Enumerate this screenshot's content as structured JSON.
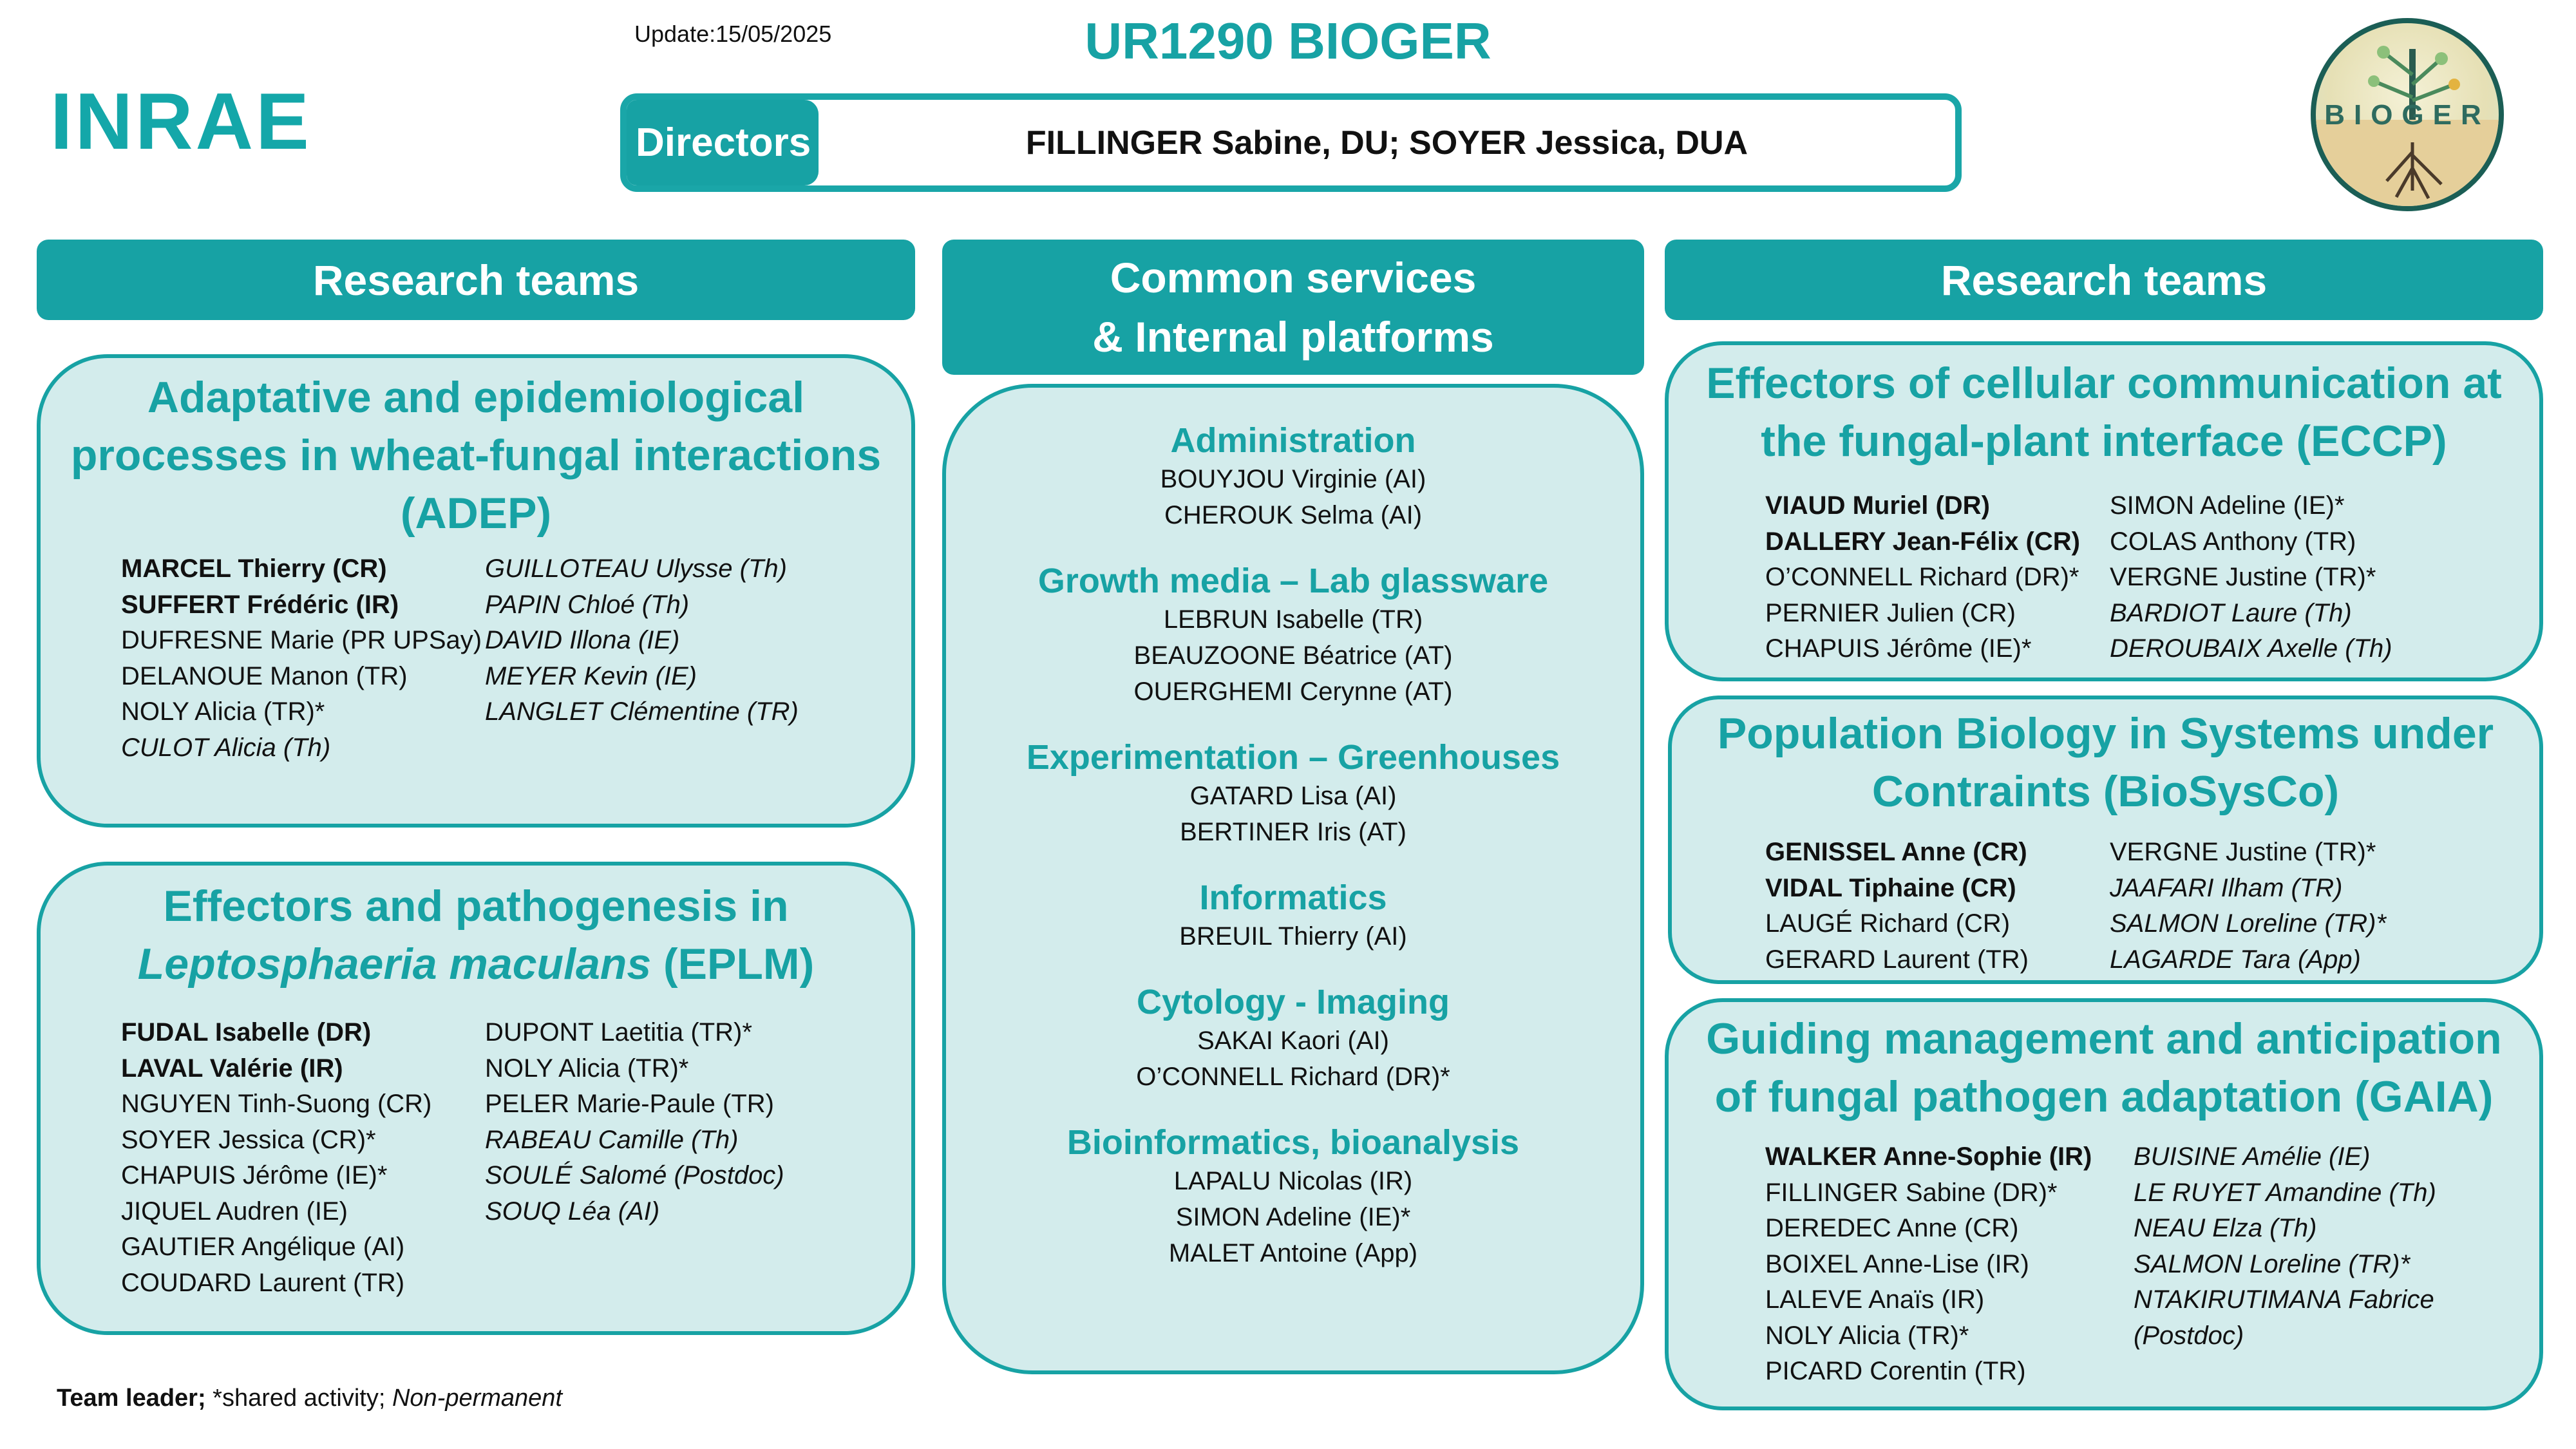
{
  "update": "Update:15/05/2025",
  "unit_title": "UR1290 BIOGER",
  "logo_text": "INRAE",
  "seal_text": "BIOGER",
  "directors": {
    "label": "Directors",
    "names": "FILLINGER Sabine, DU; SOYER Jessica, DUA"
  },
  "left_header": "Research teams",
  "right_header": "Research teams",
  "center_header": {
    "line1": "Common services",
    "line2": "& Internal platforms"
  },
  "adep": {
    "title_lines": [
      "Adaptative and epidemiological",
      "processes in wheat-fungal interactions",
      "(ADEP)"
    ],
    "col1": [
      {
        "text": "MARCEL Thierry (CR)",
        "style": "b"
      },
      {
        "text": "SUFFERT Frédéric (IR)",
        "style": "b"
      },
      {
        "text": "DUFRESNE Marie (PR UPSay)",
        "style": ""
      },
      {
        "text": "DELANOUE Manon (TR)",
        "style": ""
      },
      {
        "text": "NOLY Alicia (TR)*",
        "style": ""
      },
      {
        "text": "CULOT Alicia (Th)",
        "style": "i"
      }
    ],
    "col2": [
      {
        "text": "GUILLOTEAU Ulysse (Th)",
        "style": "i"
      },
      {
        "text": "PAPIN Chloé (Th)",
        "style": "i"
      },
      {
        "text": "DAVID Illona (IE)",
        "style": "i"
      },
      {
        "text": "MEYER Kevin (IE)",
        "style": "i"
      },
      {
        "text": "LANGLET Clémentine (TR)",
        "style": "i"
      }
    ]
  },
  "eplm": {
    "title_line1": "Effectors and pathogenesis in",
    "title_italic": "Leptosphaeria maculans",
    "title_rest": " (EPLM)",
    "col1": [
      {
        "text": "FUDAL Isabelle (DR)",
        "style": "b"
      },
      {
        "text": "LAVAL Valérie (IR)",
        "style": "b"
      },
      {
        "text": "NGUYEN Tinh-Suong (CR)",
        "style": ""
      },
      {
        "text": "SOYER Jessica (CR)*",
        "style": ""
      },
      {
        "text": "CHAPUIS Jérôme (IE)*",
        "style": ""
      },
      {
        "text": "JIQUEL Audren (IE)",
        "style": ""
      },
      {
        "text": "GAUTIER Angélique (AI)",
        "style": ""
      },
      {
        "text": "COUDARD Laurent (TR)",
        "style": ""
      }
    ],
    "col2": [
      {
        "text": "DUPONT Laetitia (TR)*",
        "style": ""
      },
      {
        "text": "NOLY Alicia (TR)*",
        "style": ""
      },
      {
        "text": "PELER Marie-Paule (TR)",
        "style": ""
      },
      {
        "text": "RABEAU Camille (Th)",
        "style": "i"
      },
      {
        "text": "SOULÉ Salomé (Postdoc)",
        "style": "i"
      },
      {
        "text": "SOUQ Léa (AI)",
        "style": "i"
      }
    ]
  },
  "services": [
    {
      "title": "Administration",
      "members": [
        "BOUYJOU Virginie (AI)",
        "CHEROUK Selma (AI)"
      ]
    },
    {
      "title": "Growth media – Lab glassware",
      "members": [
        "LEBRUN Isabelle (TR)",
        "BEAUZOONE Béatrice (AT)",
        "OUERGHEMI Cerynne (AT)"
      ]
    },
    {
      "title": "Experimentation – Greenhouses",
      "members": [
        "GATARD Lisa (AI)",
        "BERTINER Iris (AT)"
      ]
    },
    {
      "title": "Informatics",
      "members": [
        "BREUIL Thierry (AI)"
      ]
    },
    {
      "title": "Cytology - Imaging",
      "members": [
        "SAKAI Kaori (AI)",
        "O’CONNELL Richard (DR)*"
      ]
    },
    {
      "title": "Bioinformatics, bioanalysis",
      "members": [
        "LAPALU Nicolas (IR)",
        "SIMON Adeline (IE)*",
        "MALET Antoine (App)"
      ]
    }
  ],
  "eccp": {
    "title_lines": [
      "Effectors of cellular communication  at",
      "the fungal-plant interface (ECCP)"
    ],
    "col1": [
      {
        "text": "VIAUD Muriel (DR)",
        "style": "b"
      },
      {
        "text": "DALLERY Jean-Félix (CR)",
        "style": "b"
      },
      {
        "text": "O’CONNELL Richard (DR)*",
        "style": ""
      },
      {
        "text": "PERNIER Julien (CR)",
        "style": ""
      },
      {
        "text": "CHAPUIS Jérôme (IE)*",
        "style": ""
      }
    ],
    "col2": [
      {
        "text": "SIMON Adeline (IE)*",
        "style": ""
      },
      {
        "text": "COLAS Anthony (TR)",
        "style": ""
      },
      {
        "text": "VERGNE Justine (TR)*",
        "style": ""
      },
      {
        "text": "BARDIOT Laure (Th)",
        "style": "i"
      },
      {
        "text": "DEROUBAIX Axelle (Th)",
        "style": "i"
      }
    ]
  },
  "biosysco": {
    "title_lines": [
      "Population Biology in Systems under",
      "Contraints  (BioSysCo)"
    ],
    "col1": [
      {
        "text": "GENISSEL Anne (CR)",
        "style": "b"
      },
      {
        "text": "VIDAL Tiphaine (CR)",
        "style": "b"
      },
      {
        "text": "LAUGÉ Richard (CR)",
        "style": ""
      },
      {
        "text": "GERARD Laurent (TR)",
        "style": ""
      }
    ],
    "col2": [
      {
        "text": "VERGNE Justine (TR)*",
        "style": ""
      },
      {
        "text": "JAAFARI Ilham (TR)",
        "style": "i"
      },
      {
        "text": "SALMON Loreline (TR)*",
        "style": "i"
      },
      {
        "text": "LAGARDE Tara (App)",
        "style": "i"
      }
    ]
  },
  "gaia": {
    "title_lines": [
      "Guiding management and anticipation",
      "of fungal pathogen adaptation (GAIA)"
    ],
    "col1": [
      {
        "text": "WALKER Anne-Sophie (IR)",
        "style": "b"
      },
      {
        "text": "FILLINGER Sabine (DR)*",
        "style": ""
      },
      {
        "text": "DEREDEC Anne (CR)",
        "style": ""
      },
      {
        "text": "BOIXEL Anne-Lise (IR)",
        "style": ""
      },
      {
        "text": "LALEVE Anaïs (IR)",
        "style": ""
      },
      {
        "text": "NOLY Alicia (TR)*",
        "style": ""
      },
      {
        "text": "PICARD Corentin (TR)",
        "style": ""
      }
    ],
    "col2": [
      {
        "text": "BUISINE Amélie (IE)",
        "style": "i"
      },
      {
        "text": "LE RUYET Amandine (Th)",
        "style": "i"
      },
      {
        "text": "NEAU Elza (Th)",
        "style": "i"
      },
      {
        "text": "SALMON Loreline (TR)*",
        "style": "i"
      },
      {
        "text": "NTAKIRUTIMANA Fabrice",
        "style": "i"
      },
      {
        "text": "(Postdoc)",
        "style": "i"
      }
    ]
  },
  "legend": {
    "bold": "Team leader;",
    "normal": " *shared activity; ",
    "italic": "Non-permanent"
  }
}
